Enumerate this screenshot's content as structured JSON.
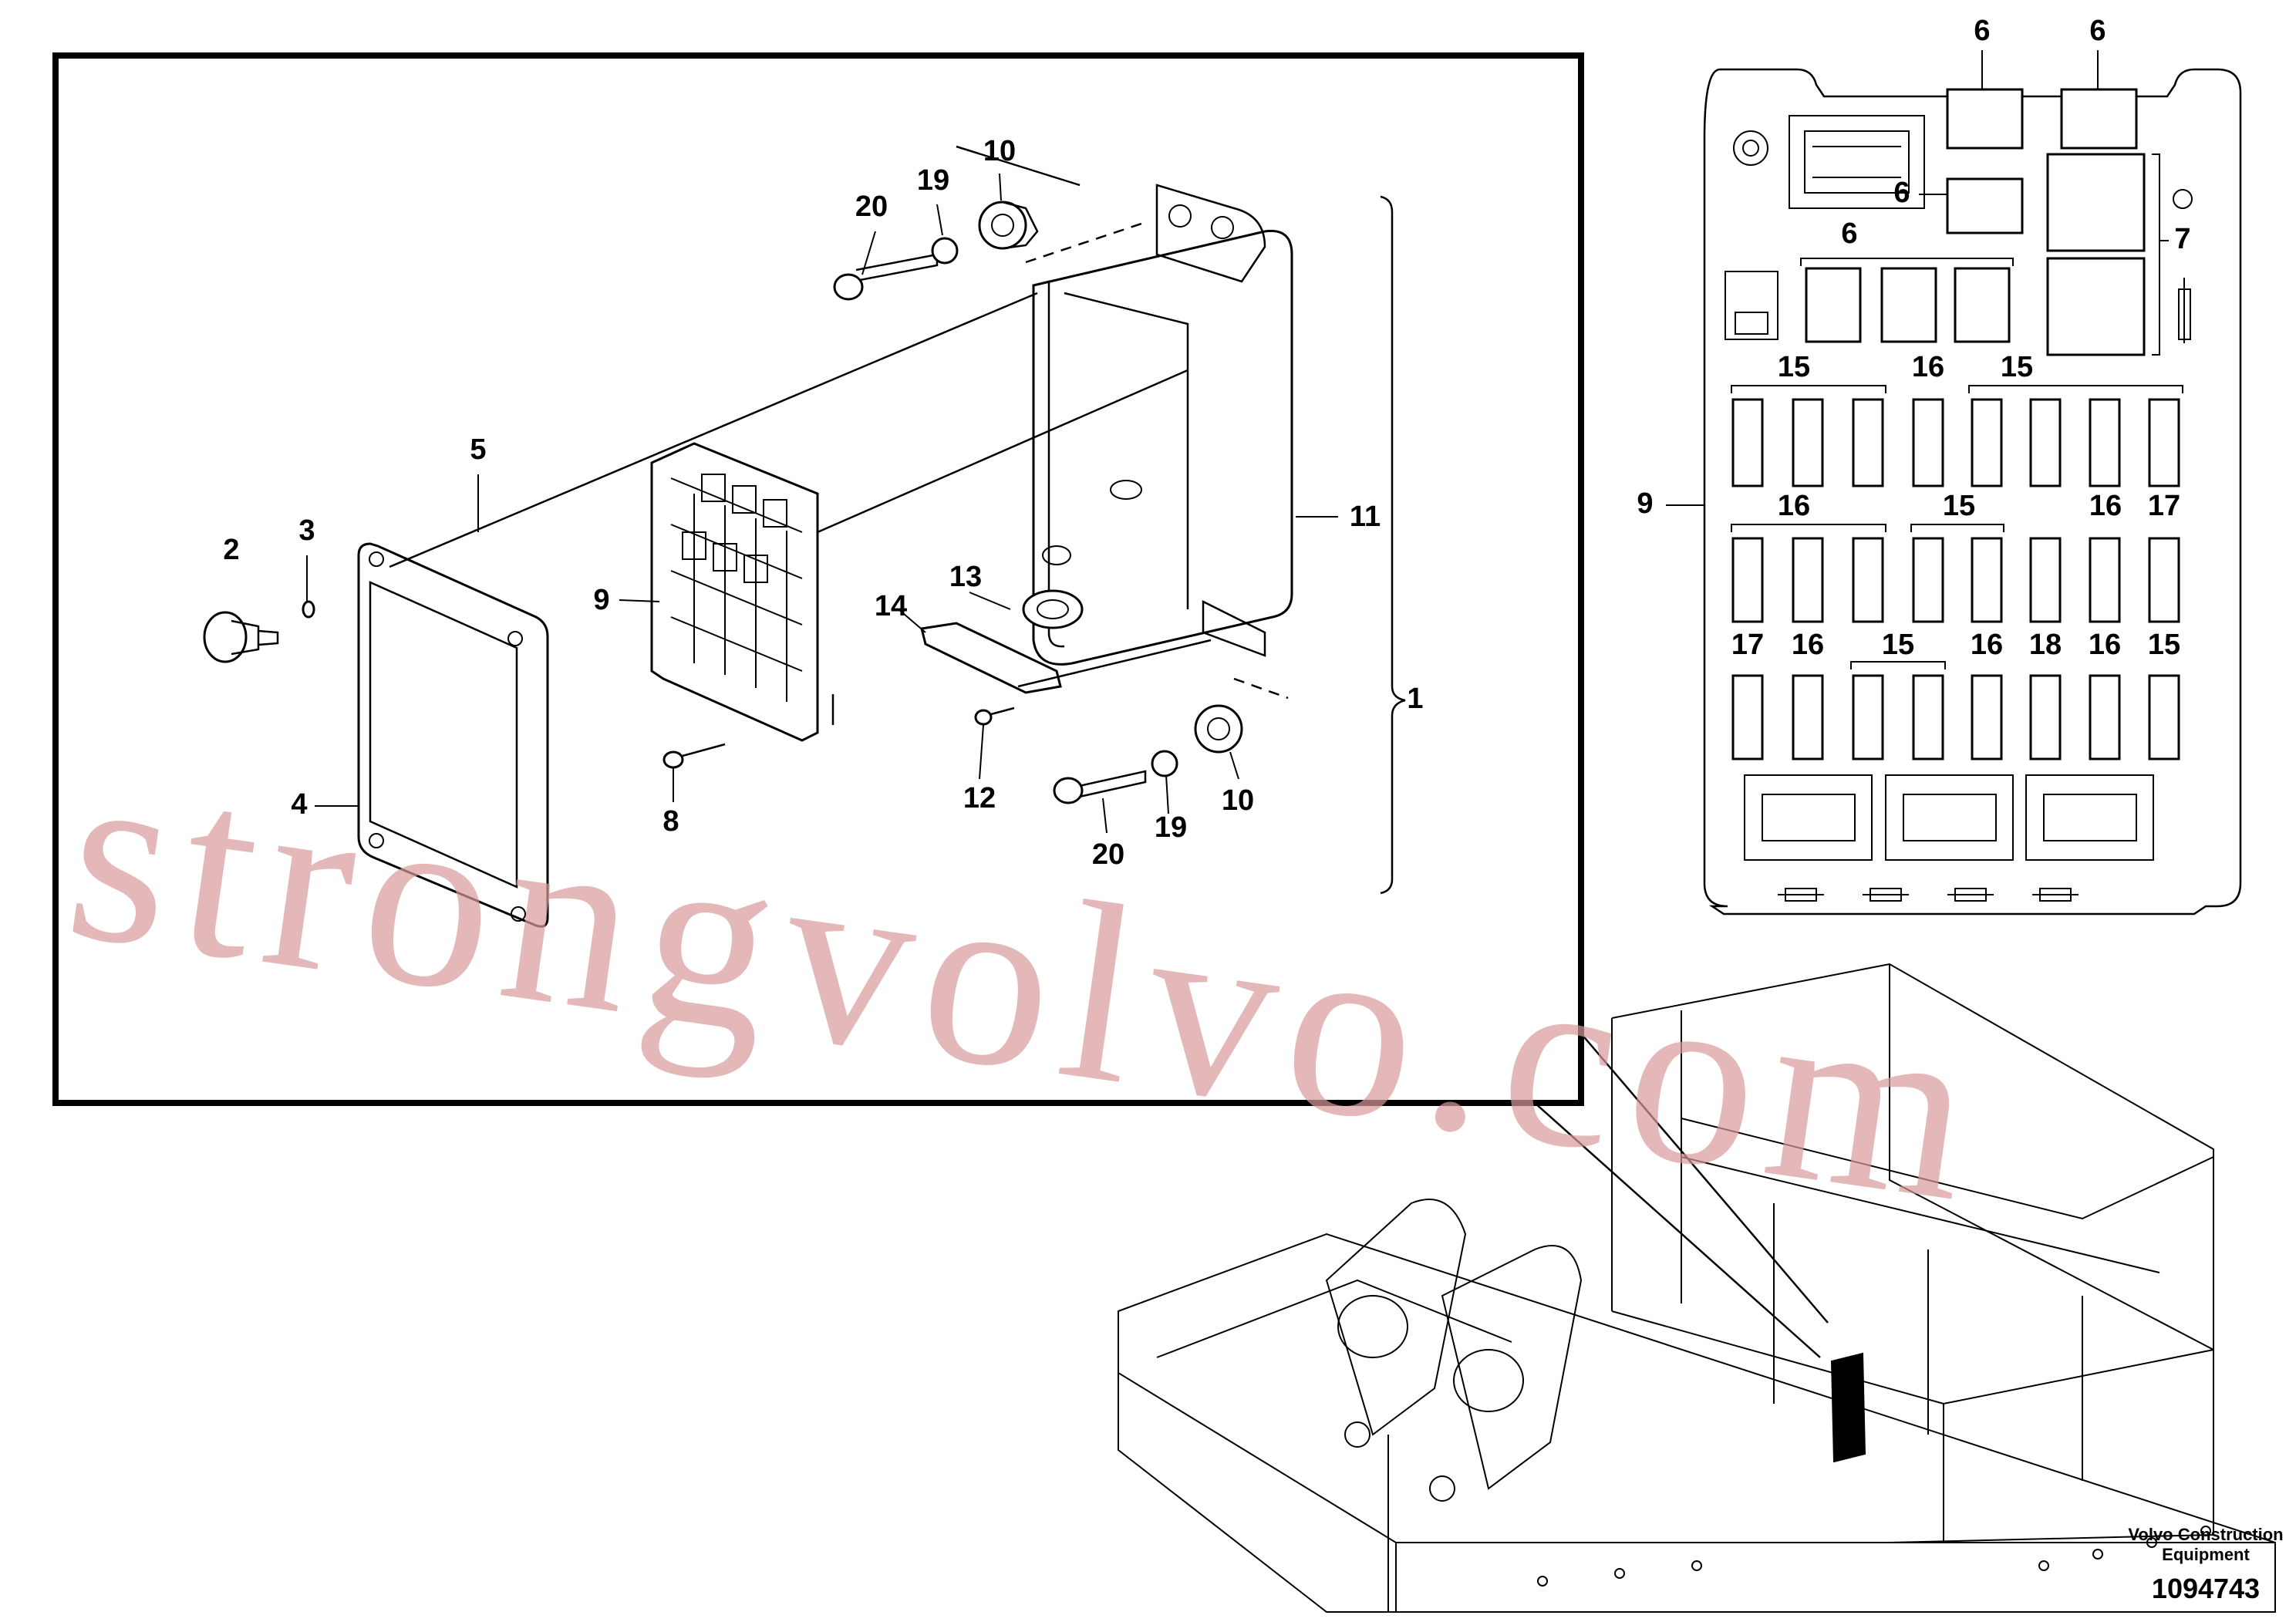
{
  "diagram": {
    "callouts_exploded": [
      {
        "id": "c20a",
        "label": "20"
      },
      {
        "id": "c19a",
        "label": "19"
      },
      {
        "id": "c10a",
        "label": "10"
      },
      {
        "id": "c5",
        "label": "5"
      },
      {
        "id": "c2",
        "label": "2"
      },
      {
        "id": "c3",
        "label": "3"
      },
      {
        "id": "c9a",
        "label": "9"
      },
      {
        "id": "c11",
        "label": "11"
      },
      {
        "id": "c13",
        "label": "13"
      },
      {
        "id": "c14",
        "label": "14"
      },
      {
        "id": "c1",
        "label": "1"
      },
      {
        "id": "c4",
        "label": "4"
      },
      {
        "id": "c8",
        "label": "8"
      },
      {
        "id": "c12",
        "label": "12"
      },
      {
        "id": "c20b",
        "label": "20"
      },
      {
        "id": "c19b",
        "label": "19"
      },
      {
        "id": "c10b",
        "label": "10"
      }
    ],
    "callouts_fuse_panel": [
      {
        "id": "f6a",
        "label": "6"
      },
      {
        "id": "f6b",
        "label": "6"
      },
      {
        "id": "f6c",
        "label": "6"
      },
      {
        "id": "f6d",
        "label": "6"
      },
      {
        "id": "f7",
        "label": "7"
      },
      {
        "id": "f9",
        "label": "9"
      },
      {
        "id": "f15a",
        "label": "15"
      },
      {
        "id": "f16a",
        "label": "16"
      },
      {
        "id": "f15b",
        "label": "15"
      },
      {
        "id": "f16b",
        "label": "16"
      },
      {
        "id": "f15c",
        "label": "15"
      },
      {
        "id": "f16c",
        "label": "16"
      },
      {
        "id": "f17a",
        "label": "17"
      },
      {
        "id": "f17b",
        "label": "17"
      },
      {
        "id": "f16d",
        "label": "16"
      },
      {
        "id": "f15d",
        "label": "15"
      },
      {
        "id": "f16e",
        "label": "16"
      },
      {
        "id": "f18",
        "label": "18"
      },
      {
        "id": "f16f",
        "label": "16"
      },
      {
        "id": "f15e",
        "label": "15"
      }
    ],
    "footer": {
      "company_line1": "Volvo Construction",
      "company_line2": "Equipment",
      "drawing_number": "1094743"
    },
    "watermark": "strongvolvo.com"
  }
}
